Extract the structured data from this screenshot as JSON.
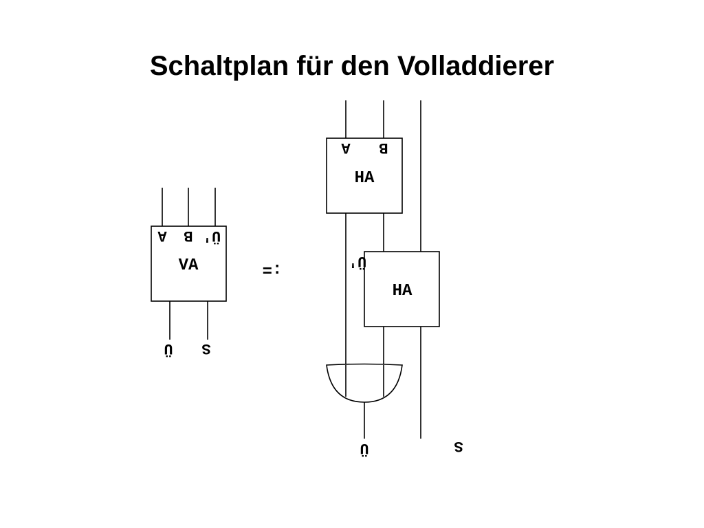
{
  "title": "Schaltplan für den Volladdierer",
  "assign_symbol": ":=",
  "va_block": {
    "name": "VA",
    "inputs": [
      "A",
      "B",
      "Ü'"
    ],
    "outputs": [
      "Ü",
      "S"
    ]
  },
  "ha_top": {
    "name": "HA",
    "inputs": [
      "A",
      "B"
    ]
  },
  "ha_bottom": {
    "name": "HA",
    "carry_in_label": "Ü'"
  },
  "outputs": {
    "carry": "Ü",
    "sum": "S"
  }
}
